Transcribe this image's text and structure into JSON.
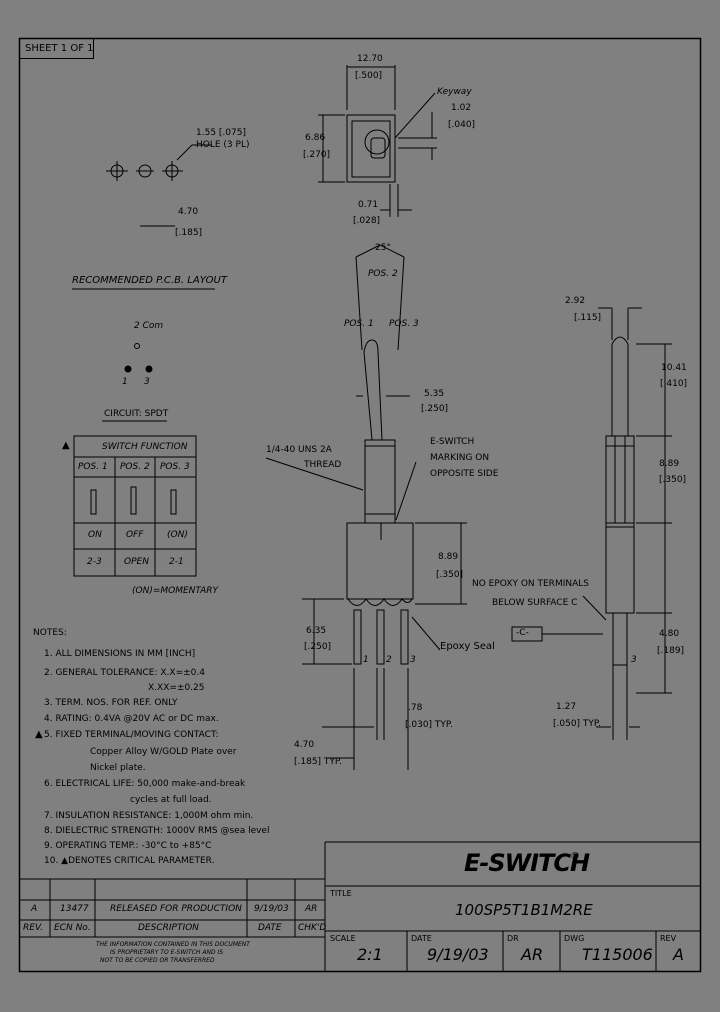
{
  "sheet": "SHEET 1 OF 1",
  "pcb": {
    "hole_dim": "1.55 [.075]",
    "hole_note": "HOLE (3 PL)",
    "spacing": "4.70",
    "spacing_in": "[.185]",
    "title": "RECOMMENDED P.C.B. LAYOUT"
  },
  "top_view": {
    "width": "12.70",
    "width_in": "[.500]",
    "keyway": "Keyway",
    "keyway_dim": "1.02",
    "keyway_dim_in": "[.040]",
    "height": "6.86",
    "height_in": "[.270]",
    "offset": "0.71",
    "offset_in": "[.028]"
  },
  "circuit": {
    "com": "2 Com",
    "t1": "1",
    "t3": "3",
    "label": "CIRCUIT: SPDT",
    "table_title": "SWITCH FUNCTION",
    "cols": [
      "POS. 1",
      "POS. 2",
      "POS. 3"
    ],
    "states": [
      "ON",
      "OFF",
      "(ON)"
    ],
    "connections": [
      "2-3",
      "OPEN",
      "2-1"
    ],
    "footnote": "(ON)=MOMENTARY"
  },
  "front_view": {
    "angle": "25°",
    "pos2": "POS. 2",
    "pos1": "POS. 1",
    "pos3": "POS. 3",
    "lever_dia": "5.35",
    "lever_dia_in": "[.250]",
    "thread": "1/4-40 UNS 2A",
    "thread2": "THREAD",
    "marking1": "E-SWITCH",
    "marking2": "MARKING ON",
    "marking3": "OPPOSITE SIDE",
    "body_h": "8.89",
    "body_h_in": "[.350]",
    "term_len": "6.35",
    "term_len_in": "[.250]",
    "epoxy": "Epoxy Seal",
    "n1": "1",
    "n2": "2",
    "n3": "3",
    "term_w": ".78",
    "term_w_in": "[.030] TYP.",
    "pitch": "4.70",
    "pitch_in": "[.185] TYP."
  },
  "side_view": {
    "dia": "2.92",
    "dia_in": "[.115]",
    "lever_h": "10.41",
    "lever_h_in": "[.410]",
    "bushing_h": "8.89",
    "bushing_h_in": "[.350]",
    "note1": "NO EPOXY ON TERMINALS",
    "note2": "BELOW SURFACE C",
    "datum": "-C-",
    "term_h": "4.80",
    "term_h_in": "[.189]",
    "n3": "3",
    "term_w": "1.27",
    "term_w_in": "[.050] TYP."
  },
  "notes": {
    "title": "NOTES:",
    "items": [
      "1. ALL DIMENSIONS IN MM [INCH]",
      "2. GENERAL TOLERANCE: X.X=±0.4",
      "X.XX=±0.25",
      "3. TERM. NOS. FOR REF. ONLY",
      "4. RATING: 0.4VA @20V AC or DC max.",
      "5. FIXED TERMINAL/MOVING CONTACT:",
      "Copper Alloy W/GOLD Plate over",
      "Nickel plate.",
      "6. ELECTRICAL LIFE: 50,000 make-and-break",
      "cycles at full load.",
      "7. INSULATION RESISTANCE: 1,000M ohm min.",
      "8. DIELECTRIC STRENGTH: 1000V RMS @sea level",
      "9. OPERATING TEMP.: -30°C to +85°C",
      "10. ▲DENOTES CRITICAL PARAMETER."
    ]
  },
  "revisions": {
    "row": {
      "rev": "A",
      "ecn": "13477",
      "desc": "RELEASED FOR PRODUCTION",
      "date": "9/19/03",
      "chkd": "AR"
    },
    "headers": {
      "rev": "REV.",
      "ecn": "ECN No.",
      "desc": "DESCRIPTION",
      "date": "DATE",
      "chkd": "CHK'D"
    },
    "confidential": [
      "THE INFORMATION CONTAINED IN THIS DOCUMENT",
      "IS PROPRIETARY TO E-SWITCH AND IS",
      "NOT TO BE COPIED OR TRANSFERRED"
    ]
  },
  "title_block": {
    "logo": "E-SWITCH",
    "logo_mark": "®",
    "title_label": "TITLE",
    "title": "100SP5T1B1M2RE",
    "scale_label": "SCALE",
    "scale": "2:1",
    "date_label": "DATE",
    "date": "9/19/03",
    "dr_label": "DR",
    "dr": "AR",
    "dwg_label": "DWG",
    "dwg": "T115006",
    "rev_label": "REV",
    "rev": "A"
  },
  "critical_mark": "▲"
}
